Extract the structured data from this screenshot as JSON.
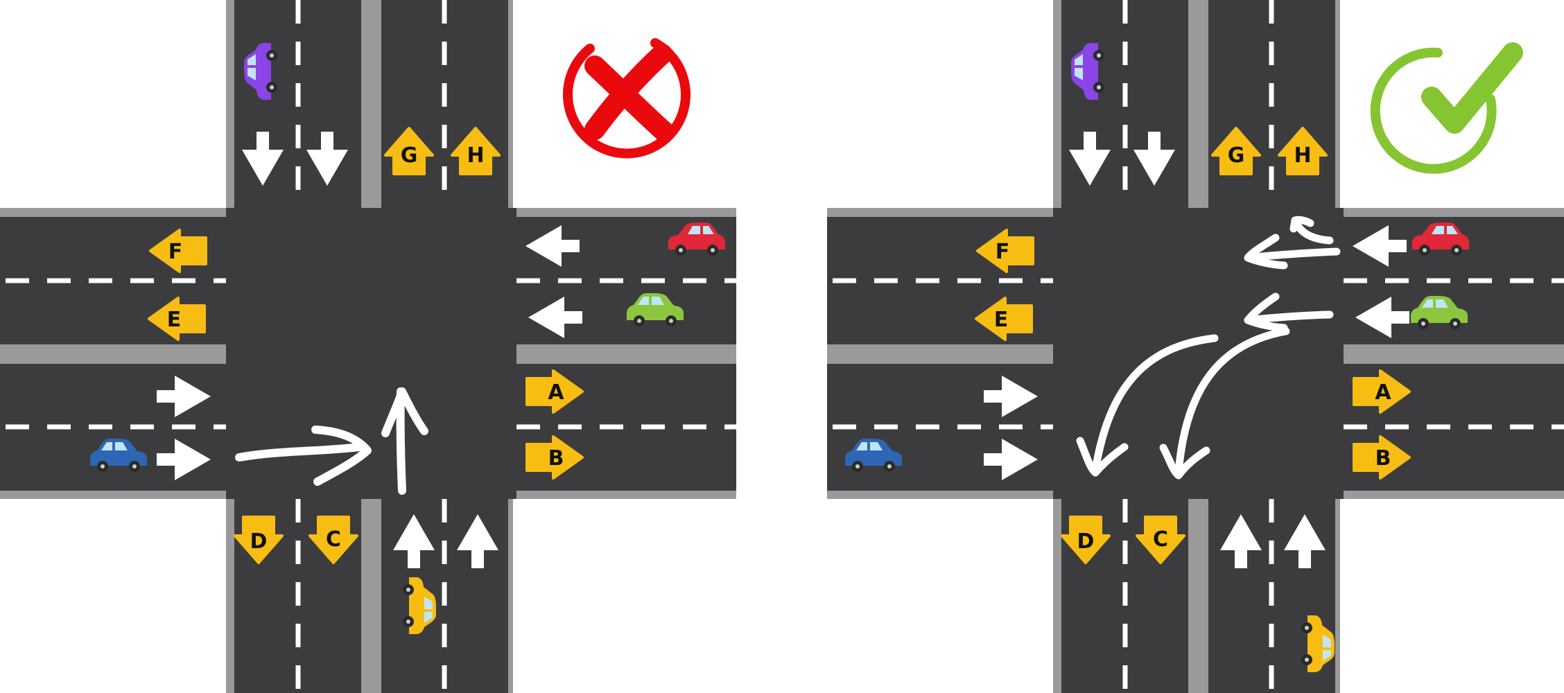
{
  "colors": {
    "asphalt": "#3c3c3e",
    "curb": "#9a9a9a",
    "marking": "#ffffff",
    "label_arrow": "#f7bd12",
    "label_text": "#111111",
    "wrong_mark": "#ea0a0e",
    "right_mark": "#85c531"
  },
  "panels": [
    {
      "name": "wrong-intersection",
      "verdict": "wrong",
      "verdict_icon": "cross-circle-icon",
      "turn_arrows": [
        "straight-east",
        "straight-north"
      ]
    },
    {
      "name": "correct-intersection",
      "verdict": "correct",
      "verdict_icon": "check-circle-icon",
      "turn_arrows": [
        "u-turn-west",
        "straight-west",
        "left-turn-south",
        "left-turn-south"
      ]
    }
  ],
  "lane_labels": {
    "A": "A",
    "B": "B",
    "C": "C",
    "D": "D",
    "E": "E",
    "F": "F",
    "G": "G",
    "H": "H"
  },
  "cars": [
    {
      "name": "purple-car",
      "color": "#8b45e6"
    },
    {
      "name": "red-car",
      "color": "#e02838"
    },
    {
      "name": "green-car",
      "color": "#8cc63e"
    },
    {
      "name": "blue-car",
      "color": "#2e66b5"
    },
    {
      "name": "yellow-car",
      "color": "#f7bd12"
    }
  ]
}
